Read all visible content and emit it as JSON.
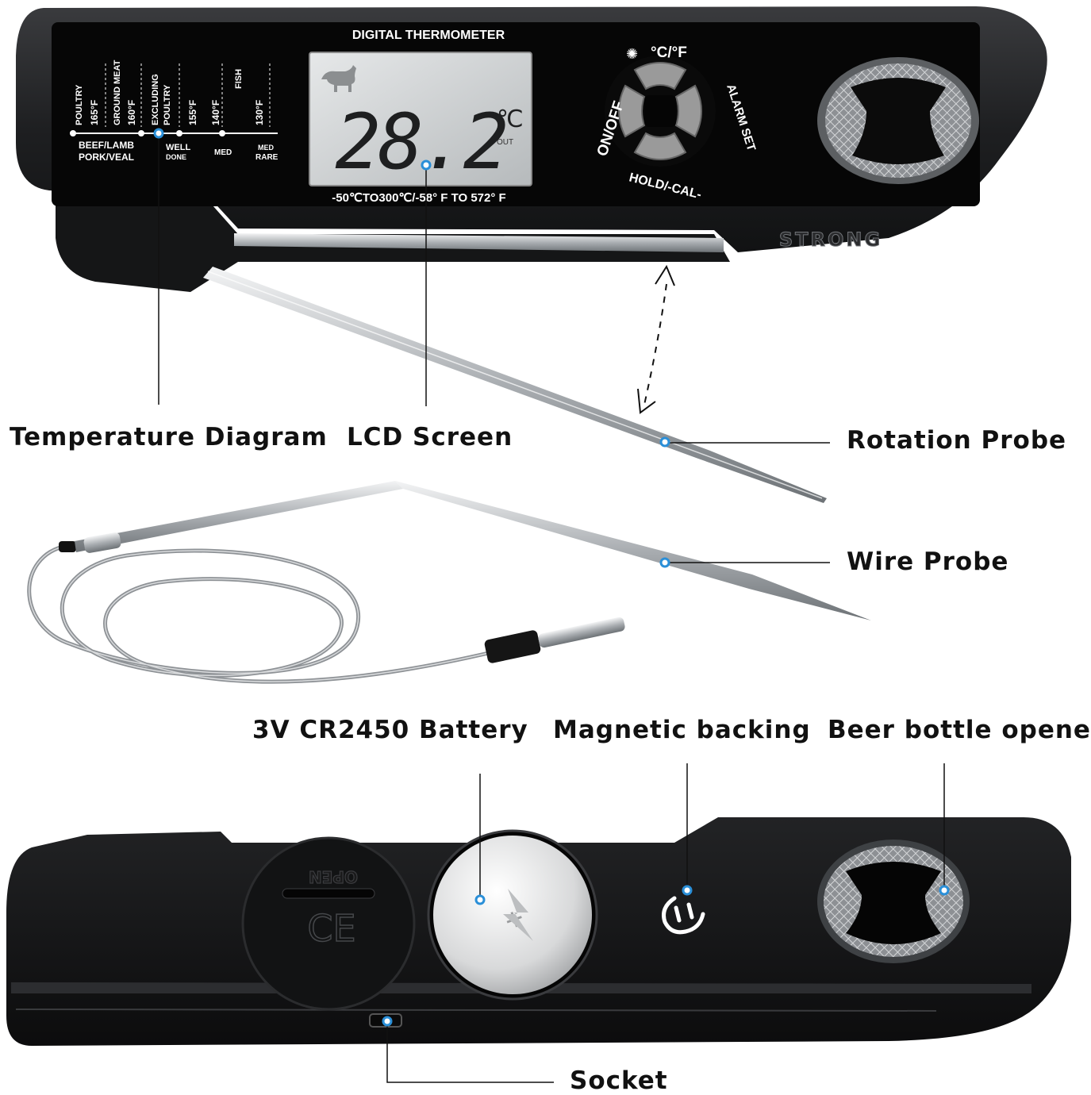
{
  "device_top": {
    "header": "DIGITAL THERMOMETER",
    "brand": "STRONG",
    "range_text": "-50℃TO300℃/-58° F TO 572° F",
    "lcd": {
      "reading": "28.2",
      "unit": "℃",
      "out": "OUT"
    },
    "diagram": {
      "upper": [
        "POULTRY",
        "165°F",
        "GROUND MEAT",
        "160°F",
        "EXCLUDING",
        "POULTRY",
        "155°F",
        "140°F",
        "FISH",
        "130°F"
      ],
      "lower": [
        "BEEF/LAMB",
        "PORK/VEAL",
        "WELL",
        "DONE",
        "MED",
        "MED",
        "RARE"
      ]
    },
    "buttons": {
      "top": "°C/°F",
      "left": "ON/OFF",
      "right": "ALARM SET",
      "bottom": "HOLD/-CAL-"
    }
  },
  "device_back": {
    "cover_text": "OPEN",
    "ce_mark": "CE"
  },
  "callouts": {
    "temperature_diagram": "Temperature Diagram",
    "lcd_screen": "LCD Screen",
    "rotation_probe": "Rotation Probe",
    "wire_probe": "Wire Probe",
    "battery": "3V CR2450 Battery",
    "magnetic_backing": "Magnetic backing",
    "bottle_opener": "Beer bottle opener",
    "socket": "Socket"
  },
  "colors": {
    "body": "#1c1d1f",
    "panel": "#050505",
    "lcd": "#cfd2d4",
    "button": "#9a9a9a",
    "dot": "#2a8fd8",
    "probe": "#c9ccce"
  }
}
